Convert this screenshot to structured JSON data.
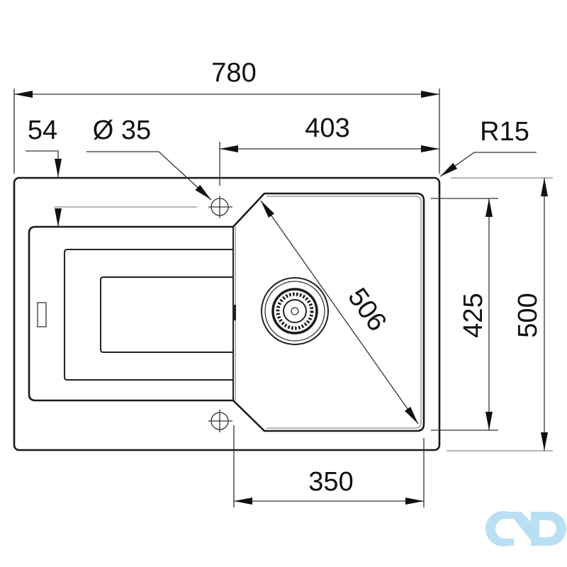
{
  "drawing": {
    "subject": "kitchen sink with drainer, top view",
    "units": "mm",
    "dimensions": {
      "overall_width": "780",
      "overall_depth": "500",
      "bowl_width": "350",
      "bowl_depth": "425",
      "bowl_diagonal": "506",
      "tap_hole_offset": "403",
      "tap_hole_diameter": "Ø 35",
      "edge_to_drainer": "54",
      "corner_radius": "R15"
    },
    "features": [
      "outer-rim",
      "drainer-board",
      "bowl",
      "drain-strainer",
      "tap-hole-top",
      "tap-hole-bottom",
      "overflow-slot"
    ]
  },
  "colors": {
    "line": "#1a1a1a",
    "dimension_line": "#333333",
    "logo": "#b9dff2",
    "background": "#ffffff"
  },
  "logo": {
    "icon": "infinity-cd-logo"
  }
}
